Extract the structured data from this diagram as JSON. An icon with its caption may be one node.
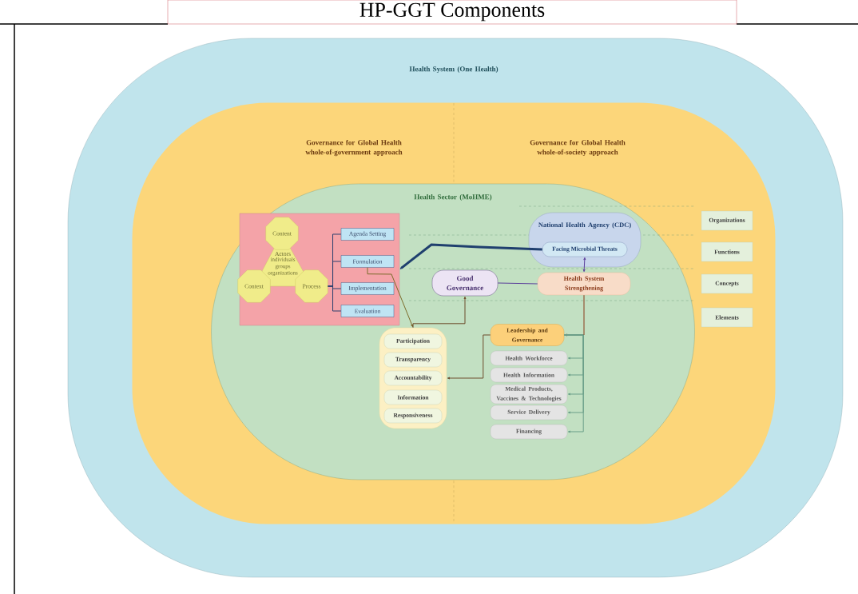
{
  "diagram": {
    "title": "HP-GGT Components",
    "nodes": [
      {
        "text": [
          "Health System (One Health)"
        ]
      },
      {
        "text": [
          "Governance for Global Health whole-of-government approach",
          "Governance for Global Health whole-of-society approach"
        ],
        "in": 0
      },
      {
        "text": [
          "Health Sector (MoHME)"
        ],
        "in": 1
      },
      {
        "text": [],
        "shape": "box",
        "in": 2
      },
      {
        "text": [
          "Content"
        ],
        "in": 3
      },
      {
        "text": [
          "Actors",
          "individuals groups organizations"
        ],
        "in": 3
      },
      {
        "text": [
          "Context"
        ],
        "in": 3
      },
      {
        "text": [
          "Process"
        ],
        "in": 3
      },
      {
        "text": [
          "Agenda Setting"
        ],
        "in": 3
      },
      {
        "text": [
          "Formulation"
        ],
        "in": 3
      },
      {
        "text": [
          "Implementation"
        ],
        "in": 3
      },
      {
        "text": [
          "Evaluation"
        ],
        "in": 3
      },
      {
        "text": [
          "National Health Agency (CDC)"
        ],
        "in": 2
      },
      {
        "text": [
          "Facing Microbial Threats"
        ],
        "in": 12
      },
      {
        "text": [
          "Good Governance"
        ],
        "in": 2
      },
      {
        "text": [
          "Health System Strengthening"
        ],
        "in": 2
      },
      {
        "text": [],
        "shape": "box",
        "in": 2
      },
      {
        "text": [
          "Participation"
        ],
        "in": 16
      },
      {
        "text": [
          "Transparency"
        ],
        "in": 16
      },
      {
        "text": [
          "Accountability"
        ],
        "in": 16
      },
      {
        "text": [
          "Information"
        ],
        "in": 16
      },
      {
        "text": [
          "Responsiveness"
        ],
        "in": 16
      },
      {
        "text": [
          "Leadership and Governance"
        ],
        "in": 2
      },
      {
        "text": [
          "Health Workforce"
        ],
        "in": 2
      },
      {
        "text": [
          "Health Information"
        ],
        "in": 2
      },
      {
        "text": [
          "Medical Products, Vaccines & Technologies"
        ],
        "in": 2
      },
      {
        "text": [
          "Service Delivery"
        ],
        "in": 2
      },
      {
        "text": [
          "Financing"
        ],
        "in": 2
      },
      {
        "text": [
          "Organizations"
        ],
        "in": 1
      },
      {
        "text": [
          "Functions"
        ],
        "in": 1
      },
      {
        "text": [
          "Concepts"
        ],
        "in": 1
      },
      {
        "text": [
          "Elements"
        ],
        "in": 1
      }
    ],
    "edges": [
      {
        "from": 7,
        "to": 8,
        "arrow": "none",
        "color": "#2a3f6e"
      },
      {
        "from": 7,
        "to": 9,
        "arrow": "none",
        "color": "#2a3f6e"
      },
      {
        "from": 7,
        "to": 10,
        "arrow": "none",
        "color": "#2a3f6e"
      },
      {
        "from": 7,
        "to": 11,
        "arrow": "none",
        "color": "#2a3f6e"
      },
      {
        "from": 13,
        "to": 3,
        "arrow": "to",
        "style": "thick",
        "color": "#1f3f6e"
      },
      {
        "from": 9,
        "to": 16,
        "arrow": "to",
        "color": "#7a6a2a"
      },
      {
        "from": 16,
        "to": 14,
        "arrow": "to",
        "color": "#6b4a2a"
      },
      {
        "from": 14,
        "to": 15,
        "arrow": "none",
        "color": "#5a3e9a"
      },
      {
        "from": 15,
        "to": 13,
        "arrow": "both",
        "color": "#5a3e9a"
      },
      {
        "from": 15,
        "to": 22,
        "arrow": "to",
        "color": "#8a3a1a"
      },
      {
        "from": 22,
        "to": 16,
        "arrow": "to",
        "color": "#6b4a2a"
      },
      {
        "from": 22,
        "to": 23,
        "arrow": "to",
        "color": "#6aa08a"
      },
      {
        "from": 22,
        "to": 24,
        "arrow": "to",
        "color": "#6aa08a"
      },
      {
        "from": 22,
        "to": 25,
        "arrow": "to",
        "color": "#6aa08a"
      },
      {
        "from": 22,
        "to": 26,
        "arrow": "to",
        "color": "#6aa08a"
      },
      {
        "from": 22,
        "to": 27,
        "arrow": "to",
        "color": "#6aa08a"
      }
    ]
  }
}
